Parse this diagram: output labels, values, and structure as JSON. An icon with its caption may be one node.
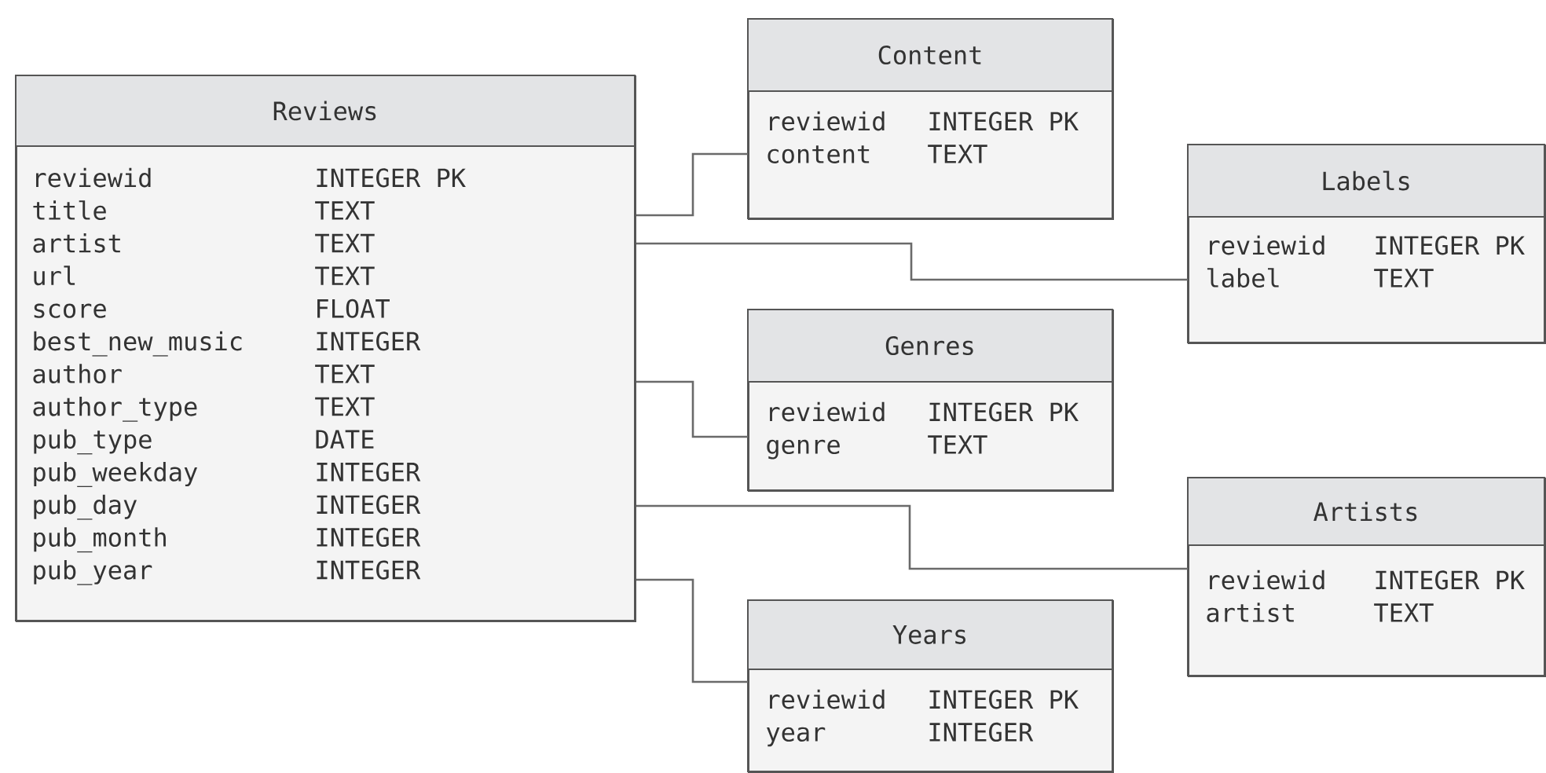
{
  "diagram": {
    "nodes": [
      {
        "text": [
          "Reviews",
          "reviewid",
          "INTEGER PK",
          "title",
          "TEXT",
          "artist",
          "TEXT",
          "url",
          "TEXT",
          "score",
          "FLOAT",
          "best_new_music",
          "INTEGER",
          "author",
          "TEXT",
          "author_type",
          "TEXT",
          "pub_type",
          "DATE",
          "pub_weekday",
          "INTEGER",
          "pub_day",
          "INTEGER",
          "pub_month",
          "INTEGER",
          "pub_year",
          "INTEGER"
        ]
      },
      {
        "text": [
          "Content",
          "reviewid",
          "INTEGER PK",
          "content",
          "TEXT"
        ]
      },
      {
        "text": [
          "Labels",
          "reviewid",
          "INTEGER PK",
          "label",
          "TEXT"
        ]
      },
      {
        "text": [
          "Genres",
          "reviewid",
          "INTEGER PK",
          "genre",
          "TEXT"
        ]
      },
      {
        "text": [
          "Artists",
          "reviewid",
          "INTEGER PK",
          "artist",
          "TEXT"
        ]
      },
      {
        "text": [
          "Years",
          "reviewid",
          "INTEGER PK",
          "year",
          "INTEGER"
        ]
      }
    ],
    "edges": [
      {
        "from": 0,
        "to": 1,
        "arrow": "none"
      },
      {
        "from": 0,
        "to": 2,
        "arrow": "none"
      },
      {
        "from": 0,
        "to": 3,
        "arrow": "none"
      },
      {
        "from": 0,
        "to": 4,
        "arrow": "none"
      },
      {
        "from": 0,
        "to": 5,
        "arrow": "none"
      }
    ]
  }
}
